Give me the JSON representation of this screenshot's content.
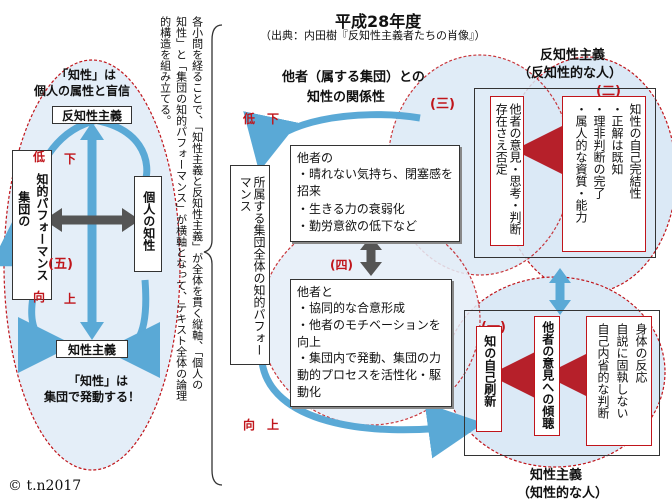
{
  "header": {
    "title": "平成28年度",
    "source": "（出典：内田樹『反知性主義者たちの肖像』）"
  },
  "left_panel": {
    "top_note_l1": "「知性」は",
    "top_note_l2": "個人の属性と盲信",
    "box_top": "反知性主義",
    "box_bottom": "知性主義",
    "left_box": "知的パフォーマンス",
    "left_box_sub": "集団の",
    "right_box": "個人の知性",
    "label_low": "低",
    "label_down": "下",
    "label_up": "上",
    "label_dir": "向",
    "label_five": "(五)",
    "bottom_note_l1": "「知性」は",
    "bottom_note_l2": "集団で発動する！"
  },
  "middle_text": {
    "col1": "各小問を経ることで、「知性主義と反知性主義」が全体を貫く縦軸、「個人の",
    "col2": "知性」と「集団の知的パフォーマンス」が横軸となって、テキスト全体の論理",
    "col3": "的構造を組み立てる。"
  },
  "center": {
    "heading_l1": "他者（属する集団）との",
    "heading_l2": "知性の関係性",
    "group_box": "所属する集団全体の知的パフォーマンス",
    "low_label": "低　下",
    "up_label": "向　上",
    "upper_box": {
      "title": "他者の",
      "items": [
        "・晴れない気持ち、閉塞感を招来",
        "・生きる力の衰弱化",
        "・勤労意欲の低下など"
      ]
    },
    "lower_box": {
      "title": "他者と",
      "items": [
        "・協同的な合意形成",
        "・他者のモチベーションを向上",
        "・集団内で発動、集団の力動的プロセスを活性化・駆動化"
      ]
    },
    "marker_three": "(三)",
    "marker_four": "(四)"
  },
  "right_top": {
    "heading_l1": "反知性主義",
    "heading_l2": "（反知性的な人）",
    "marker_two": "(二)",
    "box_a": "他者の意見・思考・判断存在さえ否定",
    "box_b_title": "知性の自己完結性",
    "box_b_items": [
      "・正解は既知",
      "・理非判断の完了",
      "・属人的な資質・能力"
    ]
  },
  "right_bottom": {
    "marker_one": "(一)",
    "box_a": "知の自己刷新",
    "box_b": "他者の意見への傾聴",
    "box_c_title": "身体の反応",
    "box_c_items": [
      "自説に固執しない",
      "自己内省的な判断"
    ],
    "footer_l1": "知性主義",
    "footer_l2": "（知性的な人）"
  },
  "copyright": "© t.n2017",
  "colors": {
    "accent_red": "#c0151b",
    "arrow_blue": "#5aa9d6",
    "ellipse_fill": "#dbe9f6",
    "arrow_gray": "#555555"
  }
}
